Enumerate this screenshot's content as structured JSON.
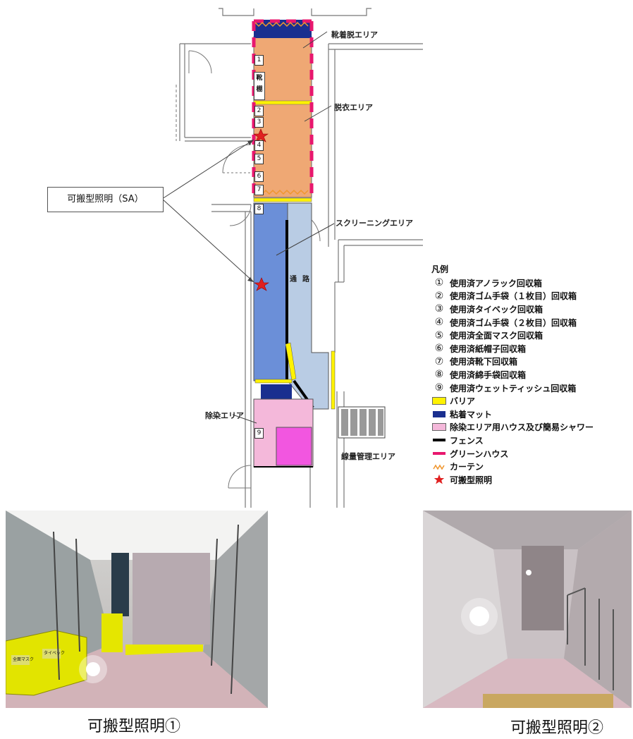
{
  "areas": {
    "shoe_area": "靴着脱エリア",
    "undress_area": "脱衣エリア",
    "screening_area": "スクリーニングエリア",
    "decon_area": "除染エリア",
    "dose_area": "線量管理エリア",
    "passage_1": "通",
    "passage_2": "路",
    "shoe_rack_1": "靴",
    "shoe_rack_2": "棚"
  },
  "box_numbers": [
    "1",
    "2",
    "3",
    "4",
    "5",
    "6",
    "7",
    "8",
    "9"
  ],
  "callout": "可搬型照明（SA）",
  "legend": {
    "title": "凡例",
    "items": [
      {
        "mark": "①",
        "label": "使用済アノラック回収箱"
      },
      {
        "mark": "②",
        "label": "使用済ゴム手袋（１枚目）回収箱"
      },
      {
        "mark": "③",
        "label": "使用済タイベック回収箱"
      },
      {
        "mark": "④",
        "label": "使用済ゴム手袋（２枚目）回収箱"
      },
      {
        "mark": "⑤",
        "label": "使用済全面マスク回収箱"
      },
      {
        "mark": "⑥",
        "label": "使用済紙帽子回収箱"
      },
      {
        "mark": "⑦",
        "label": "使用済靴下回収箱"
      },
      {
        "mark": "⑧",
        "label": "使用済綿手袋回収箱"
      },
      {
        "mark": "⑨",
        "label": "使用済ウェットティッシュ回収箱"
      },
      {
        "mark": "barrier-swatch",
        "label": "バリア"
      },
      {
        "mark": "mat-swatch",
        "label": "粘着マット"
      },
      {
        "mark": "house-swatch",
        "label": "除染エリア用ハウス及び簡易シャワー"
      },
      {
        "mark": "fence-line",
        "label": "フェンス"
      },
      {
        "mark": "greenhouse-line",
        "label": "グリーンハウス"
      },
      {
        "mark": "curtain-wave",
        "label": "カーテン"
      },
      {
        "mark": "star-icon",
        "label": "可搬型照明"
      }
    ]
  },
  "colors": {
    "orange_area": "#EFA874",
    "blue_area": "#6B8FD8",
    "light_blue_area": "#B9CCE4",
    "pink_area": "#F4B8DA",
    "magenta_box": "#F256E0",
    "barrier": "#FFF200",
    "mat": "#1A2F8F",
    "greenhouse": "#E8176E",
    "curtain": "#F0962E",
    "star": "#E02020"
  },
  "captions": {
    "photo1": "可搬型照明①",
    "photo2": "可搬型照明②"
  },
  "photo_labels": {
    "box1": "全面マスク",
    "box2": "タイベック"
  }
}
